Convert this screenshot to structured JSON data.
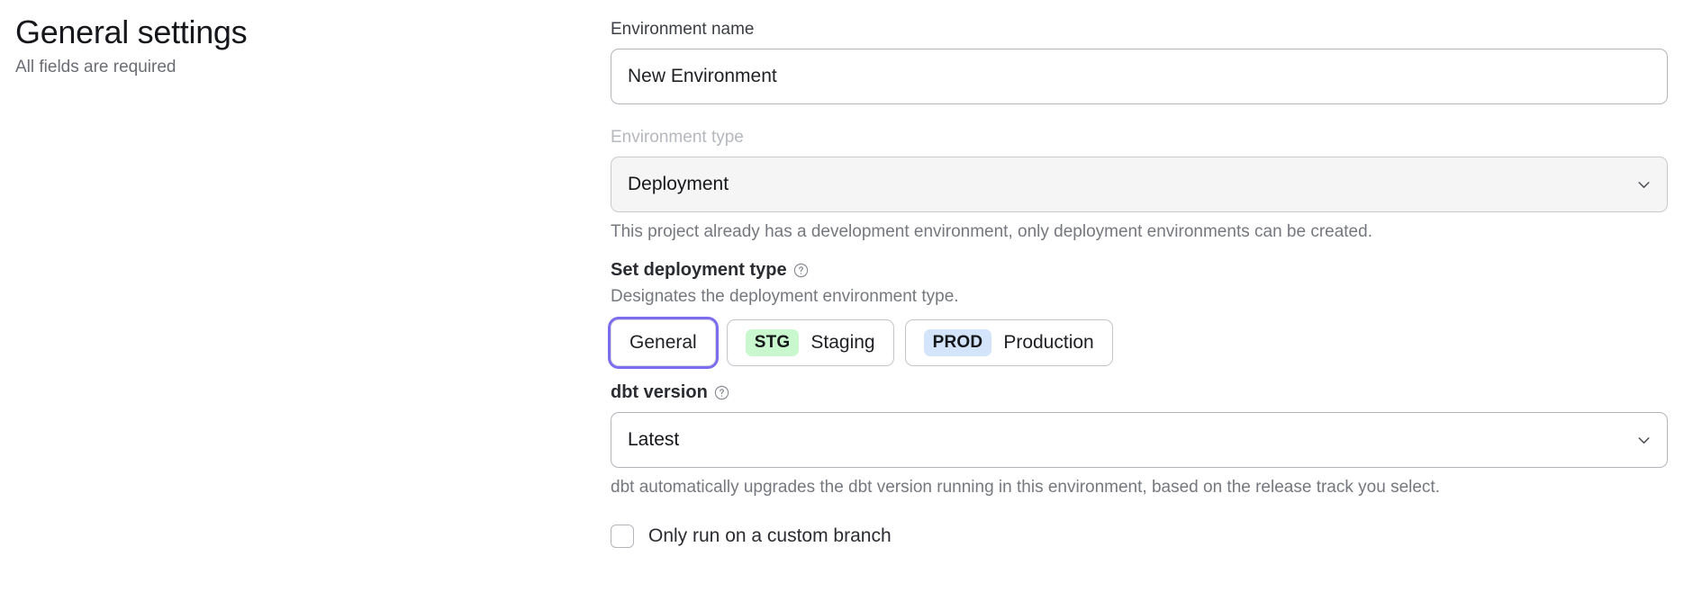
{
  "heading": {
    "title": "General settings",
    "subtitle": "All fields are required"
  },
  "form": {
    "environment_name": {
      "label": "Environment name",
      "value": "New Environment",
      "placeholder": "Environment name"
    },
    "environment_type": {
      "label": "Environment type",
      "value": "Deployment",
      "disabled": true,
      "helper": "This project already has a development environment, only deployment environments can be created.",
      "chevron_icon": "chevron-down-icon"
    },
    "deployment_type": {
      "label": "Set deployment type",
      "help_icon": "question-circle-icon",
      "description": "Designates the deployment environment type.",
      "options": [
        {
          "id": "general",
          "label": "General",
          "badge": null,
          "badge_bg": null,
          "selected": true
        },
        {
          "id": "staging",
          "label": "Staging",
          "badge": "STG",
          "badge_bg": "#c9f7ce",
          "selected": false
        },
        {
          "id": "production",
          "label": "Production",
          "badge": "PROD",
          "badge_bg": "#d4e4fb",
          "selected": false
        }
      ]
    },
    "dbt_version": {
      "label": "dbt version",
      "help_icon": "question-circle-icon",
      "value": "Latest",
      "helper": "dbt automatically upgrades the dbt version running in this environment, based on the release track you select.",
      "chevron_icon": "chevron-down-icon"
    },
    "custom_branch": {
      "label": "Only run on a custom branch",
      "checked": false
    }
  },
  "colors": {
    "focus_ring": "#7c6cf0",
    "staging_badge": "#c9f7ce",
    "production_badge": "#d4e4fb"
  }
}
